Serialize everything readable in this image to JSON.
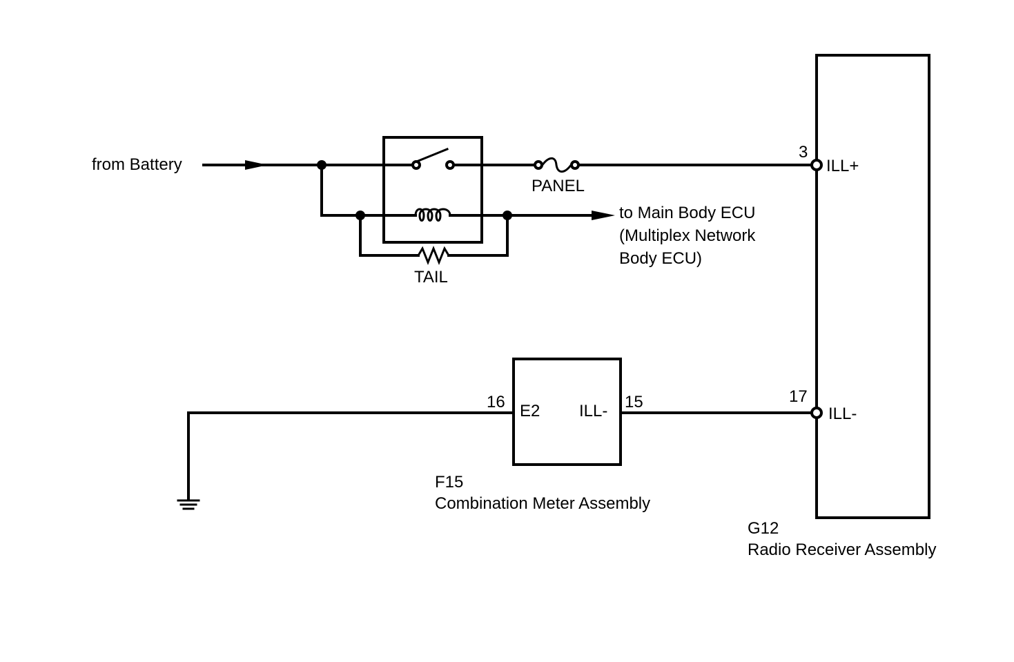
{
  "source": {
    "label": "from Battery"
  },
  "relay": {
    "fuse_label": "PANEL",
    "resistor_label": "TAIL"
  },
  "ecu_output": {
    "line1": "to Main Body ECU",
    "line2": "(Multiplex Network",
    "line3": "Body ECU)"
  },
  "radio": {
    "code": "G12",
    "name": "Radio Receiver Assembly",
    "pin_top": {
      "number": "3",
      "name": "ILL+"
    },
    "pin_bottom": {
      "number": "17",
      "name": "ILL-"
    }
  },
  "meter": {
    "code": "F15",
    "name": "Combination Meter Assembly",
    "pin_left": {
      "number": "16",
      "name": "E2"
    },
    "pin_right": {
      "number": "15",
      "name": "ILL-"
    }
  },
  "icons": [
    "switch-icon",
    "coil-icon",
    "resistor-icon",
    "fuse-icon",
    "ground-icon",
    "arrow-icon"
  ]
}
